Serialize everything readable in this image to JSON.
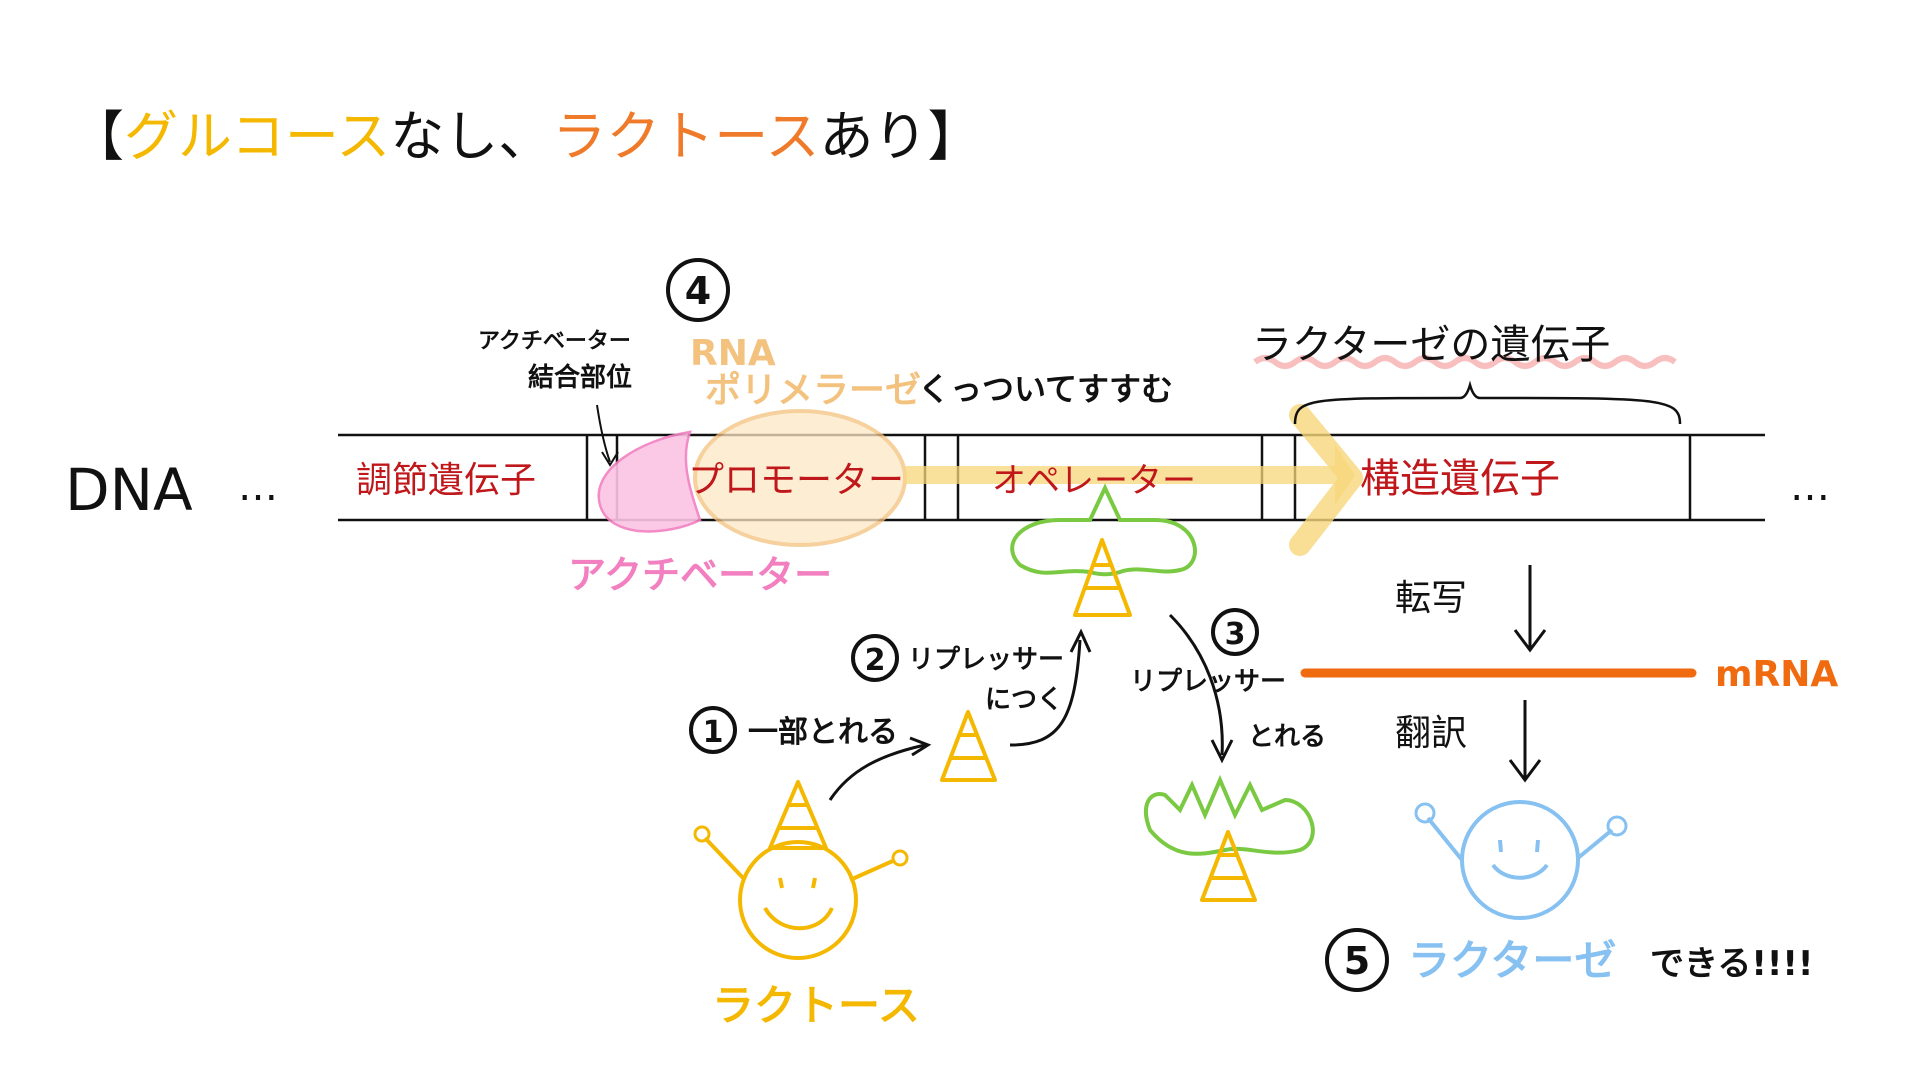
{
  "title": {
    "bracket_open": "【",
    "glucose": "グルコース",
    "mid": "なし、",
    "lactose": "ラクトース",
    "end": "あり",
    "bracket_close": "】"
  },
  "dna": {
    "label": "DNA",
    "left_ellipsis": "…",
    "right_ellipsis": "…",
    "regions": {
      "regulator": "調節遺伝子",
      "promoter": "プロモーター",
      "operator": "オペレーター",
      "structural": "構造遺伝子"
    }
  },
  "labels": {
    "activator_site_line1": "アクチベーター",
    "activator_site_line2": "結合部位",
    "activator": "アクチベーター",
    "rna_line1": "RNA",
    "rna_line2": "ポリメラーゼ",
    "rna_action": "くっついてすすむ",
    "lactase_gene": "ラクターゼの遺伝子",
    "transcription": "転写",
    "translation": "翻訳",
    "mrna": "mRNA",
    "step1_num": "1",
    "step1_text": "一部とれる",
    "step2_num": "2",
    "step2_line1": "リプレッサー",
    "step2_line2": "につく",
    "step3_num": "3",
    "step3_line1": "リプレッサー",
    "step3_line2": "とれる",
    "step4_num": "4",
    "step5_num": "5",
    "step5_lactase": "ラクターゼ",
    "step5_text": "できる!!!!",
    "lactose": "ラクトース"
  },
  "colors": {
    "glucose": "#f5b800",
    "lactose": "#ef7a2a",
    "region_text": "#c0171b",
    "activator": "#f27fc0",
    "activator_fill": "#fbc4e4",
    "rna_polymerase": "#f3c27e",
    "rna_fill": "#fde7c4",
    "arrow_band": "#f8d77a",
    "repressor": "#7ac943",
    "mrna": "#f06a10",
    "lactase": "#86c1f2",
    "ink": "#111111",
    "wave": "#f7b8b8"
  }
}
